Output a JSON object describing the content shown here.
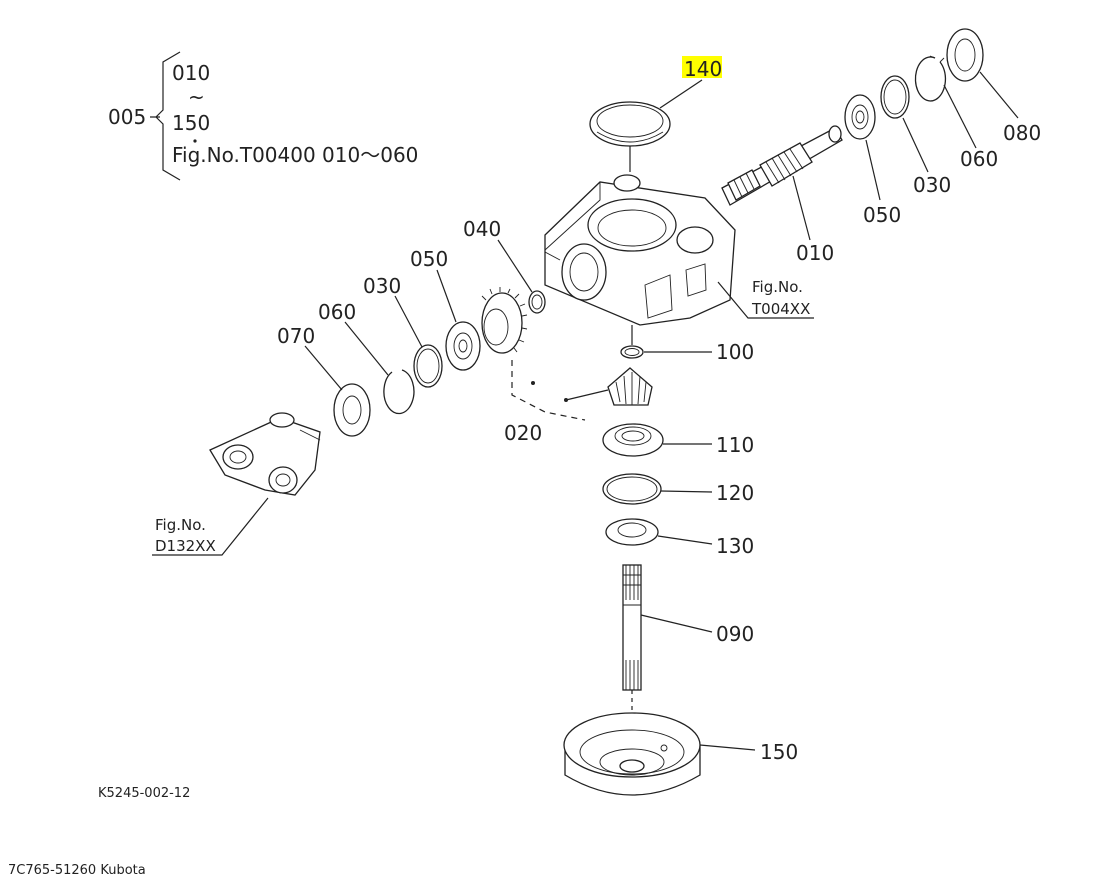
{
  "diagram": {
    "group_ref": {
      "assembly": "005",
      "range_start": "010",
      "range_sep": "~",
      "range_end": "150",
      "note": "Fig.No.T00400  010～060"
    },
    "labels": [
      {
        "id": "140",
        "text": "140",
        "highlight": true
      },
      {
        "id": "080",
        "text": "080"
      },
      {
        "id": "060r",
        "text": "060"
      },
      {
        "id": "030r",
        "text": "030"
      },
      {
        "id": "050r",
        "text": "050"
      },
      {
        "id": "010",
        "text": "010"
      },
      {
        "id": "040",
        "text": "040"
      },
      {
        "id": "050l",
        "text": "050"
      },
      {
        "id": "030l",
        "text": "030"
      },
      {
        "id": "060l",
        "text": "060"
      },
      {
        "id": "070",
        "text": "070"
      },
      {
        "id": "020",
        "text": "020"
      },
      {
        "id": "100",
        "text": "100"
      },
      {
        "id": "110",
        "text": "110"
      },
      {
        "id": "120",
        "text": "120"
      },
      {
        "id": "130",
        "text": "130"
      },
      {
        "id": "090",
        "text": "090"
      },
      {
        "id": "150",
        "text": "150"
      }
    ],
    "fig_refs": [
      {
        "id": "housing",
        "line1": "Fig.No.",
        "line2": "T004XX"
      },
      {
        "id": "yoke",
        "line1": "Fig.No.",
        "line2": "D132XX"
      }
    ],
    "drawing_code": "K5245-002-12",
    "highlight_color": "#ffff00"
  },
  "footer": {
    "caption": "7C765-51260 Kubota"
  }
}
